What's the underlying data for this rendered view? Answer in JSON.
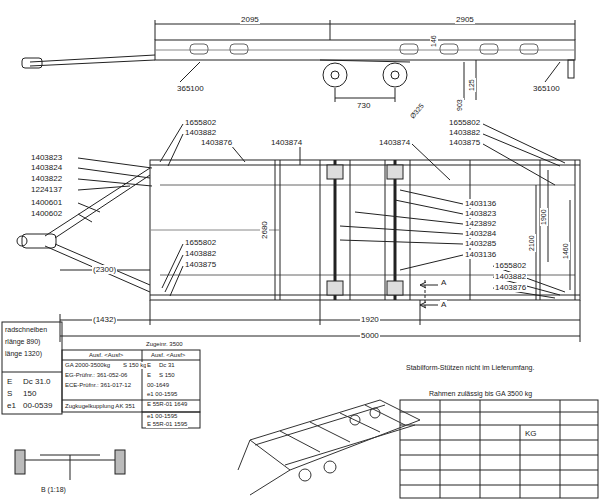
{
  "diagram": {
    "labels": [
      "2095",
      "2905",
      "146",
      "365100",
      "365100",
      "730",
      "Ø325",
      "125",
      "903",
      "1403823",
      "1403824",
      "1403822",
      "1224137",
      "1400601",
      "1400602",
      "1655802",
      "1403882",
      "1403876",
      "1403874",
      "1403874",
      "1655802",
      "1403882",
      "1403875",
      "(2300)",
      "2680",
      "(1432)",
      "1920",
      "5000",
      "1655802",
      "1403882",
      "1403875",
      "1403136",
      "1403823",
      "1423892",
      "1403284",
      "1403285",
      "1403136",
      "1655802",
      "1403882",
      "1403876",
      "1900",
      "2100",
      "1460",
      "A",
      "A",
      "radschneiben",
      "rlänge 890)",
      "länge 1320)",
      "E",
      "Dc 31.0",
      "S",
      "150",
      "e1",
      "00-0539",
      "Ausf. <Ausf>",
      "Zugeinr. 3500",
      "Ausf. <Ausf>",
      "GA 2000-3500kg",
      "S 150 kg",
      "EG-Prüfnr.: 361-052-06",
      "ECE-Prüfnr.: 361-017-12",
      "E",
      "Dc 31",
      "E",
      "S 150",
      "00-1649",
      "e1 00-1595",
      "E 55R-01 1649",
      "Zugkugelkupplung AK 351",
      "e1 00-1595",
      "E 55R-01 1595",
      "Stabilform-Stützen nicht im Lieferumfang.",
      "Rahmen zulässig bis GA 3500 kg",
      "KG",
      "B (1:18)"
    ]
  }
}
